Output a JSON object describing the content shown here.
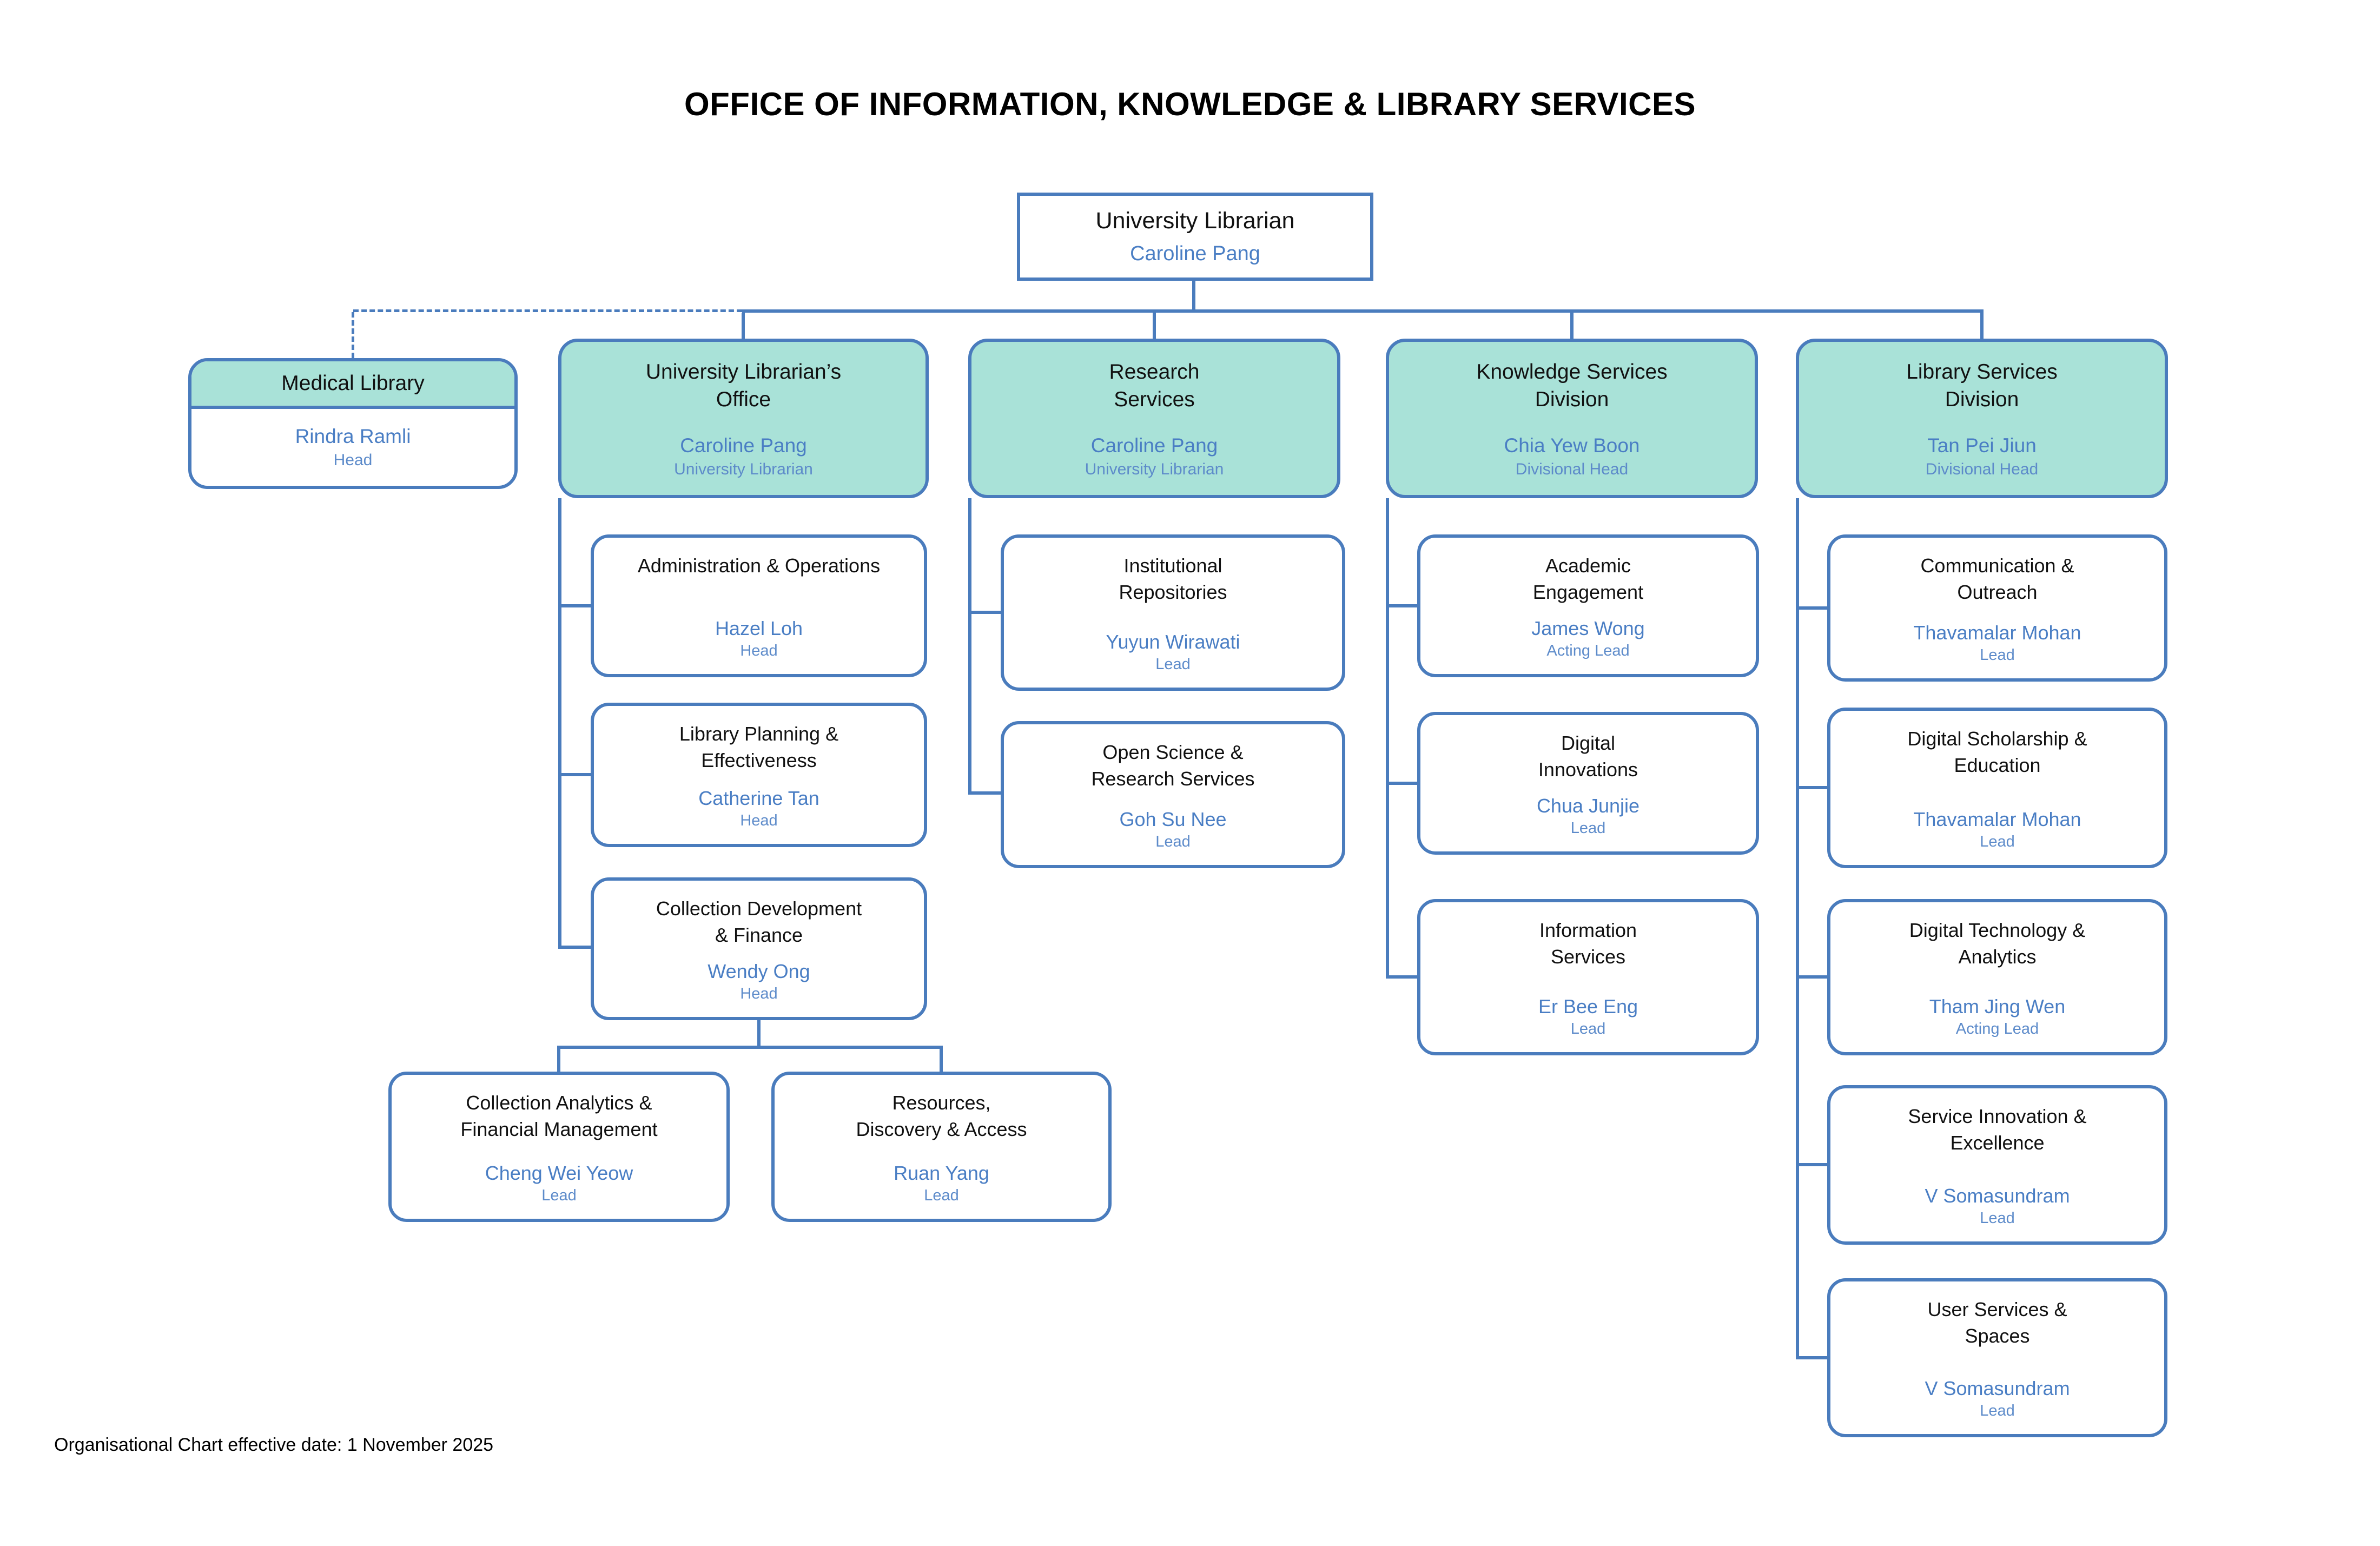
{
  "chart_title": "OFFICE OF INFORMATION, KNOWLEDGE & LIBRARY SERVICES",
  "footer": "Organisational Chart effective date: 1 November 2025",
  "colors": {
    "teal_fill": "#A9E2D8",
    "border_blue": "#4A7CBD",
    "name_blue": "#4A7EC4",
    "role_blue": "#5D8BCA"
  },
  "root": {
    "title": "University Librarian",
    "name": "Caroline Pang"
  },
  "medical": {
    "title": "Medical Library",
    "name": "Rindra Ramli",
    "role": "Head"
  },
  "divisions": [
    {
      "title": "University Librarian’s\nOffice",
      "name": "Caroline Pang",
      "role": "University Librarian",
      "units": [
        {
          "title": "Administration & Operations",
          "name": "Hazel Loh",
          "role": "Head"
        },
        {
          "title": "Library Planning &\nEffectiveness",
          "name": "Catherine Tan",
          "role": "Head"
        },
        {
          "title": "Collection Development\n& Finance",
          "name": "Wendy Ong",
          "role": "Head"
        }
      ],
      "subunits": [
        {
          "title": "Collection Analytics &\nFinancial Management",
          "name": "Cheng Wei Yeow",
          "role": "Lead"
        },
        {
          "title": "Resources,\nDiscovery & Access",
          "name": "Ruan Yang",
          "role": "Lead"
        }
      ]
    },
    {
      "title": "Research\nServices",
      "name": "Caroline Pang",
      "role": "University Librarian",
      "units": [
        {
          "title": "Institutional\nRepositories",
          "name": "Yuyun Wirawati",
          "role": "Lead"
        },
        {
          "title": "Open Science &\nResearch Services",
          "name": "Goh Su Nee",
          "role": "Lead"
        }
      ]
    },
    {
      "title": "Knowledge Services\nDivision",
      "name": "Chia Yew Boon",
      "role": "Divisional Head",
      "units": [
        {
          "title": "Academic\nEngagement",
          "name": "James Wong",
          "role": "Acting Lead"
        },
        {
          "title": "Digital\nInnovations",
          "name": "Chua Junjie",
          "role": "Lead"
        },
        {
          "title": "Information\nServices",
          "name": "Er Bee Eng",
          "role": "Lead"
        }
      ]
    },
    {
      "title": "Library Services\nDivision",
      "name": "Tan Pei Jiun",
      "role": "Divisional Head",
      "units": [
        {
          "title": "Communication &\nOutreach",
          "name": "Thavamalar Mohan",
          "role": "Lead"
        },
        {
          "title": "Digital Scholarship &\nEducation",
          "name": "Thavamalar Mohan",
          "role": "Lead"
        },
        {
          "title": "Digital Technology &\nAnalytics",
          "name": "Tham Jing Wen",
          "role": "Acting Lead"
        },
        {
          "title": "Service Innovation &\nExcellence",
          "name": "V Somasundram",
          "role": "Lead"
        },
        {
          "title": "User Services &\nSpaces",
          "name": "V Somasundram",
          "role": "Lead"
        }
      ]
    }
  ]
}
